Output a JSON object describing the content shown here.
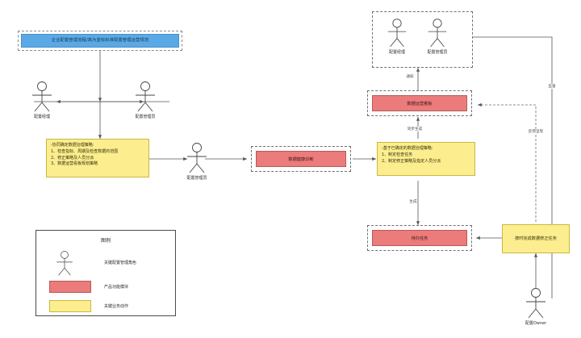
{
  "diagram": {
    "title_banner": "企业配置管理流程/高为蓝标标准配置管理运营规范",
    "nodes": {
      "data_health_check": "数据健康诊断",
      "data_ops_dashboard": "数据运营看板",
      "todo_tasks": "待办任务",
      "on_time_fix_tasks": "按时完成数据修正任务"
    },
    "strategy_note_left": {
      "heading": "-协同确定数据治理策略:",
      "items": [
        "1、检查指标、周期及检查数据的范围",
        "2、修正策略及人员分派",
        "3、数据运营看板规划策略"
      ]
    },
    "strategy_note_right": {
      "heading": "-基于已确定的数据治理策略:",
      "items": [
        "1、制定检查任务",
        "2、制定修正策略及指定人员分派"
      ]
    },
    "actors": {
      "config_manager": "配置经理",
      "config_admin": "配置管理员",
      "config_admin_mid": "配置管理员",
      "config_owner": "配置Owner",
      "group_manager": "配置经理",
      "group_admin": "配置管理员"
    },
    "edge_labels": {
      "notify": "通知",
      "sync_generate": "同步生成",
      "generate": "生成",
      "supervise": "监督",
      "feedback": "反馈呈现"
    },
    "legend": {
      "title": "图例",
      "rows": [
        {
          "symbol": "actor-icon",
          "label": "关键配置管理角色"
        },
        {
          "symbol": "red-swatch",
          "label": "产品功能模块"
        },
        {
          "symbol": "yellow-swatch",
          "label": "关键业务动作"
        }
      ]
    },
    "colors": {
      "banner": "#5aa9e6",
      "module": "#ec7b7b",
      "action": "#fcee8e",
      "line": "#555555"
    }
  }
}
